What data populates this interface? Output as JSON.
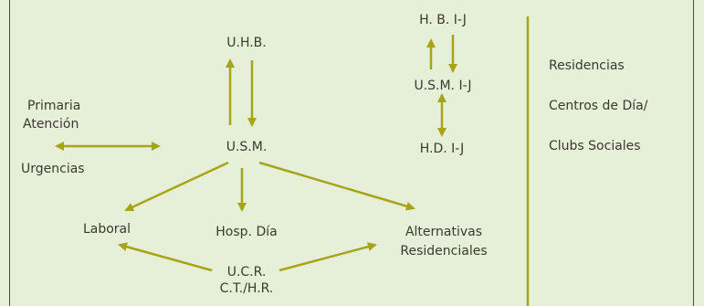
{
  "colors": {
    "background": "#e6efd8",
    "arrow": "#a8a41a",
    "text": "#3a3a30",
    "border": "#4d4d40"
  },
  "nodes": {
    "uhb": "U.H.B.",
    "usm": "U.S.M.",
    "hb_ij": "H. B. I-J",
    "usm_ij": "U.S.M. I-J",
    "hd_ij": "H.D. I-J",
    "primaria_line1": "Primaria",
    "primaria_line2": "Atención",
    "urgencias": "Urgencias",
    "laboral": "Laboral",
    "hosp_dia": "Hosp. Día",
    "alternativas_line1": "Alternativas",
    "alternativas_line2": "Residenciales",
    "ucr_line1": "U.C.R.",
    "ucr_line2": "C.T./H.R."
  },
  "side_list": [
    "Residencias",
    "Centros de Día/",
    "Clubs Sociales"
  ]
}
